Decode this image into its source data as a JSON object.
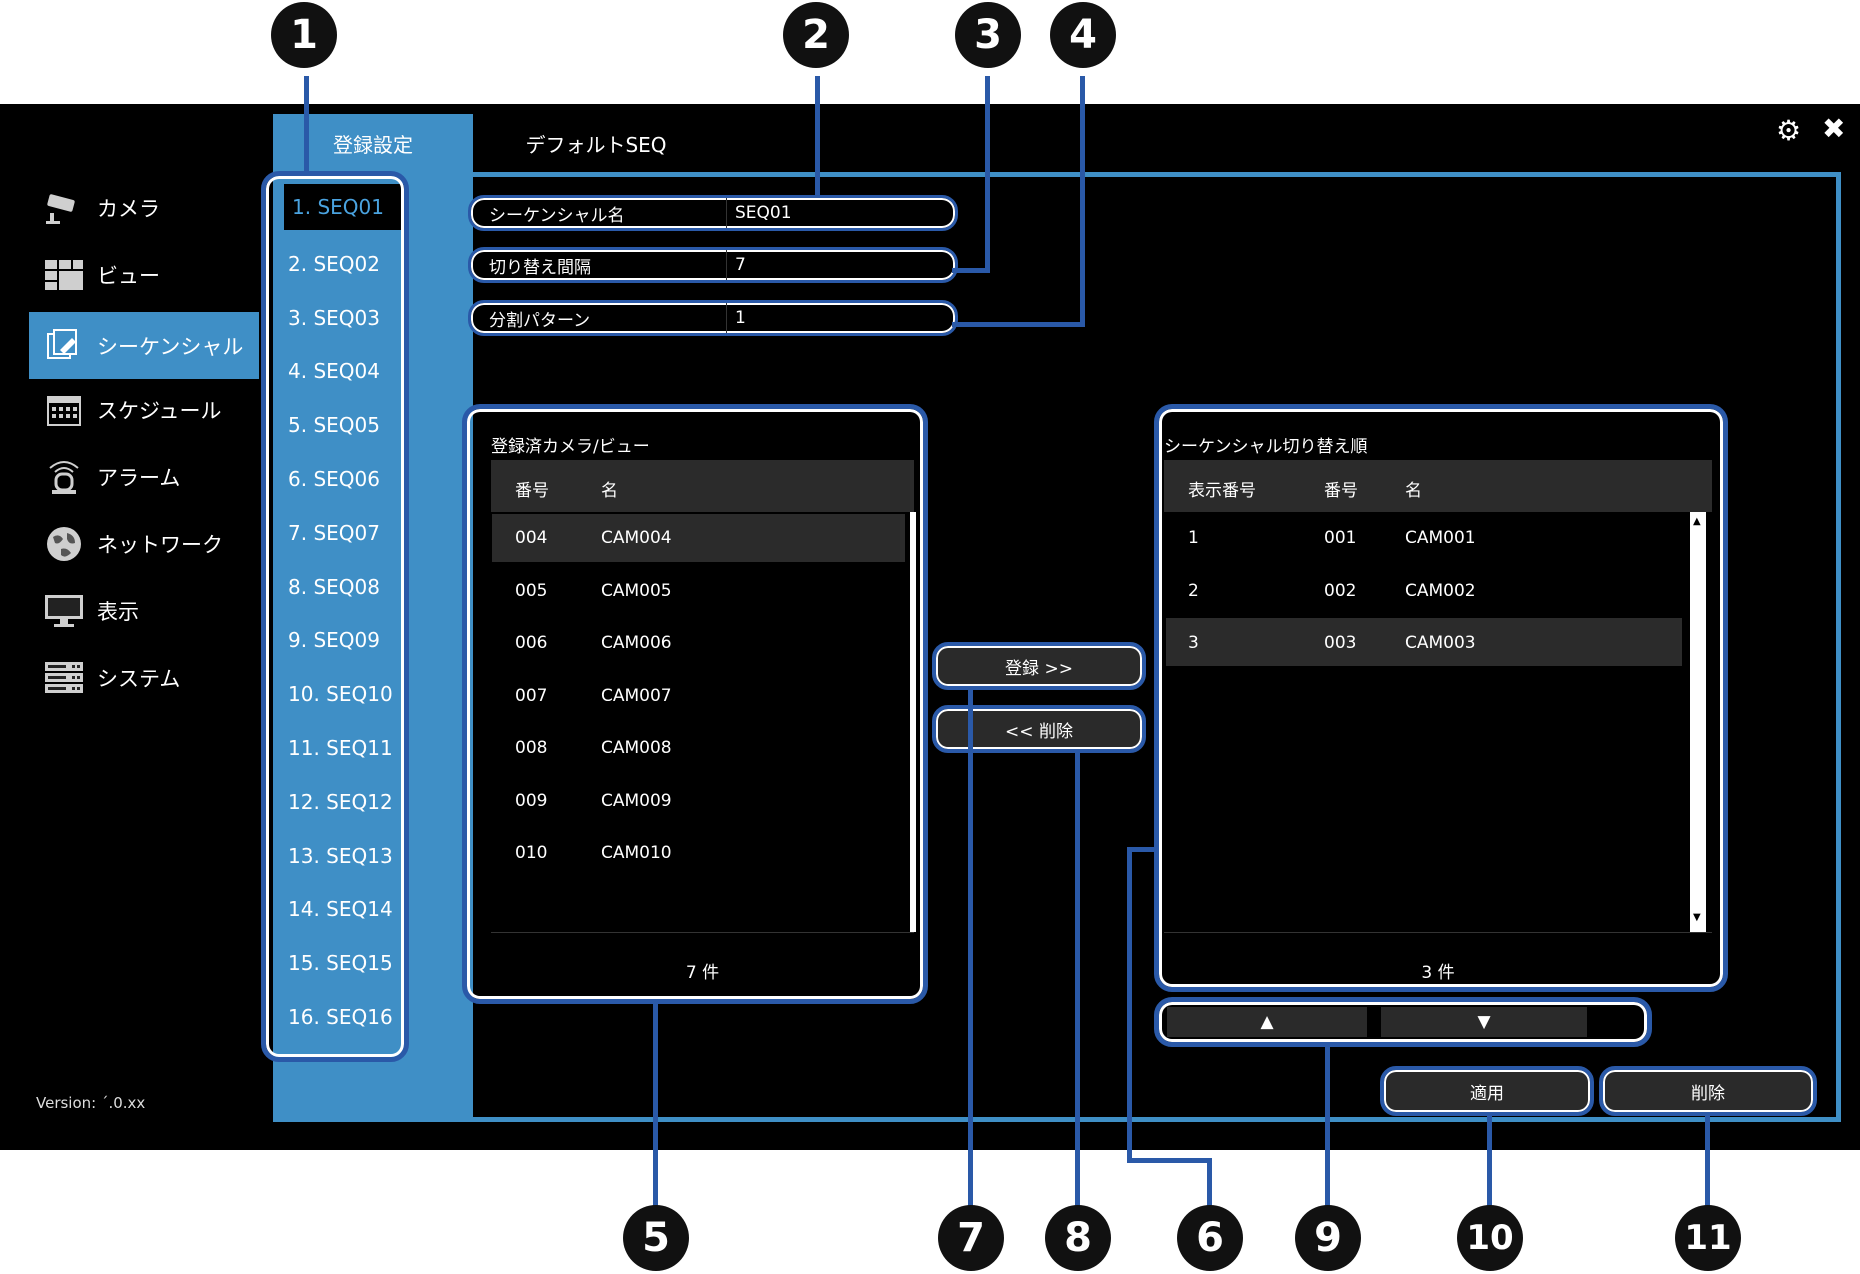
{
  "sidebar": {
    "items": [
      {
        "label": "カメラ",
        "icon": "camera-icon"
      },
      {
        "label": "ビュー",
        "icon": "view-grid-icon"
      },
      {
        "label": "シーケンシャル",
        "icon": "sequential-icon",
        "active": true
      },
      {
        "label": "スケジュール",
        "icon": "schedule-icon"
      },
      {
        "label": "アラーム",
        "icon": "alarm-icon"
      },
      {
        "label": "ネットワーク",
        "icon": "network-icon"
      },
      {
        "label": "表示",
        "icon": "monitor-icon"
      },
      {
        "label": "システム",
        "icon": "system-icon"
      }
    ],
    "version": "Version: ´.0.xx"
  },
  "tabs": [
    "登録設定",
    "デフォルトSEQ"
  ],
  "sequences": [
    "1. SEQ01",
    "2. SEQ02",
    "3. SEQ03",
    "4. SEQ04",
    "5. SEQ05",
    "6. SEQ06",
    "7. SEQ07",
    "8. SEQ08",
    "9. SEQ09",
    "10. SEQ10",
    "11. SEQ11",
    "12. SEQ12",
    "13. SEQ13",
    "14. SEQ14",
    "15. SEQ15",
    "16. SEQ16"
  ],
  "form": {
    "name_label": "シーケンシャル名",
    "name_value": "SEQ01",
    "interval_label": "切り替え間隔",
    "interval_value": "7",
    "pattern_label": "分割パターン",
    "pattern_value": "1"
  },
  "registered": {
    "title": "登録済カメラ/ビュー",
    "headers": [
      "番号",
      "名"
    ],
    "rows": [
      [
        "004",
        "CAM004"
      ],
      [
        "005",
        "CAM005"
      ],
      [
        "006",
        "CAM006"
      ],
      [
        "007",
        "CAM007"
      ],
      [
        "008",
        "CAM008"
      ],
      [
        "009",
        "CAM009"
      ],
      [
        "010",
        "CAM010"
      ]
    ],
    "count": "7 件"
  },
  "order": {
    "title": "シーケンシャル切り替え順",
    "headers": [
      "表示番号",
      "番号",
      "名"
    ],
    "rows": [
      [
        "1",
        "001",
        "CAM001"
      ],
      [
        "2",
        "002",
        "CAM002"
      ],
      [
        "3",
        "003",
        "CAM003"
      ]
    ],
    "count": "3 件"
  },
  "buttons": {
    "add": "登録 >>",
    "remove": "<< 削除",
    "up": "▲",
    "down": "▼",
    "apply": "適用",
    "delete": "削除"
  },
  "callouts": [
    "1",
    "2",
    "3",
    "4",
    "5",
    "7",
    "8",
    "6",
    "9",
    "10",
    "11"
  ],
  "colors": {
    "accent": "#3f8fc6",
    "highlight": "#2a59a8",
    "selected_text": "#4aa3e0"
  }
}
